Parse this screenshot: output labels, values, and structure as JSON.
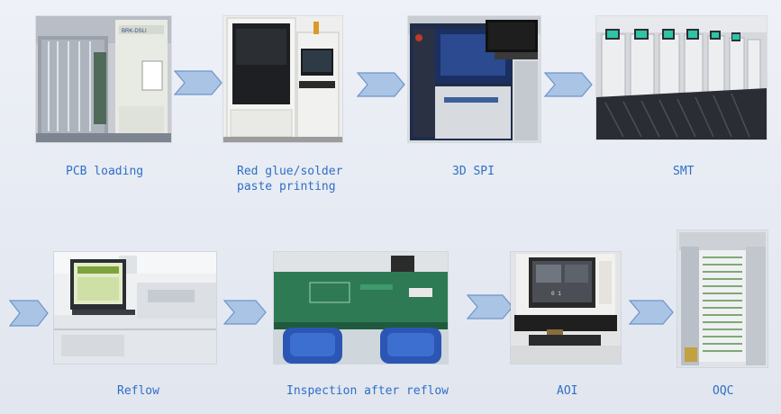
{
  "steps": [
    {
      "id": "pcb-loading",
      "label": "PCB loading"
    },
    {
      "id": "printing",
      "label": "Red glue/solder\npaste printing"
    },
    {
      "id": "spi",
      "label": "3D SPI"
    },
    {
      "id": "smt",
      "label": "SMT"
    },
    {
      "id": "reflow",
      "label": "Reflow"
    },
    {
      "id": "inspection",
      "label": "Inspection after reflow"
    },
    {
      "id": "aoi",
      "label": "AOI"
    },
    {
      "id": "oqc",
      "label": "OQC"
    }
  ],
  "colors": {
    "label": "#2f6fc5",
    "arrow_fill": "#aac4e6",
    "arrow_stroke": "#6f95c7"
  },
  "icons": {
    "arrow": "chevron-arrow-icon"
  }
}
